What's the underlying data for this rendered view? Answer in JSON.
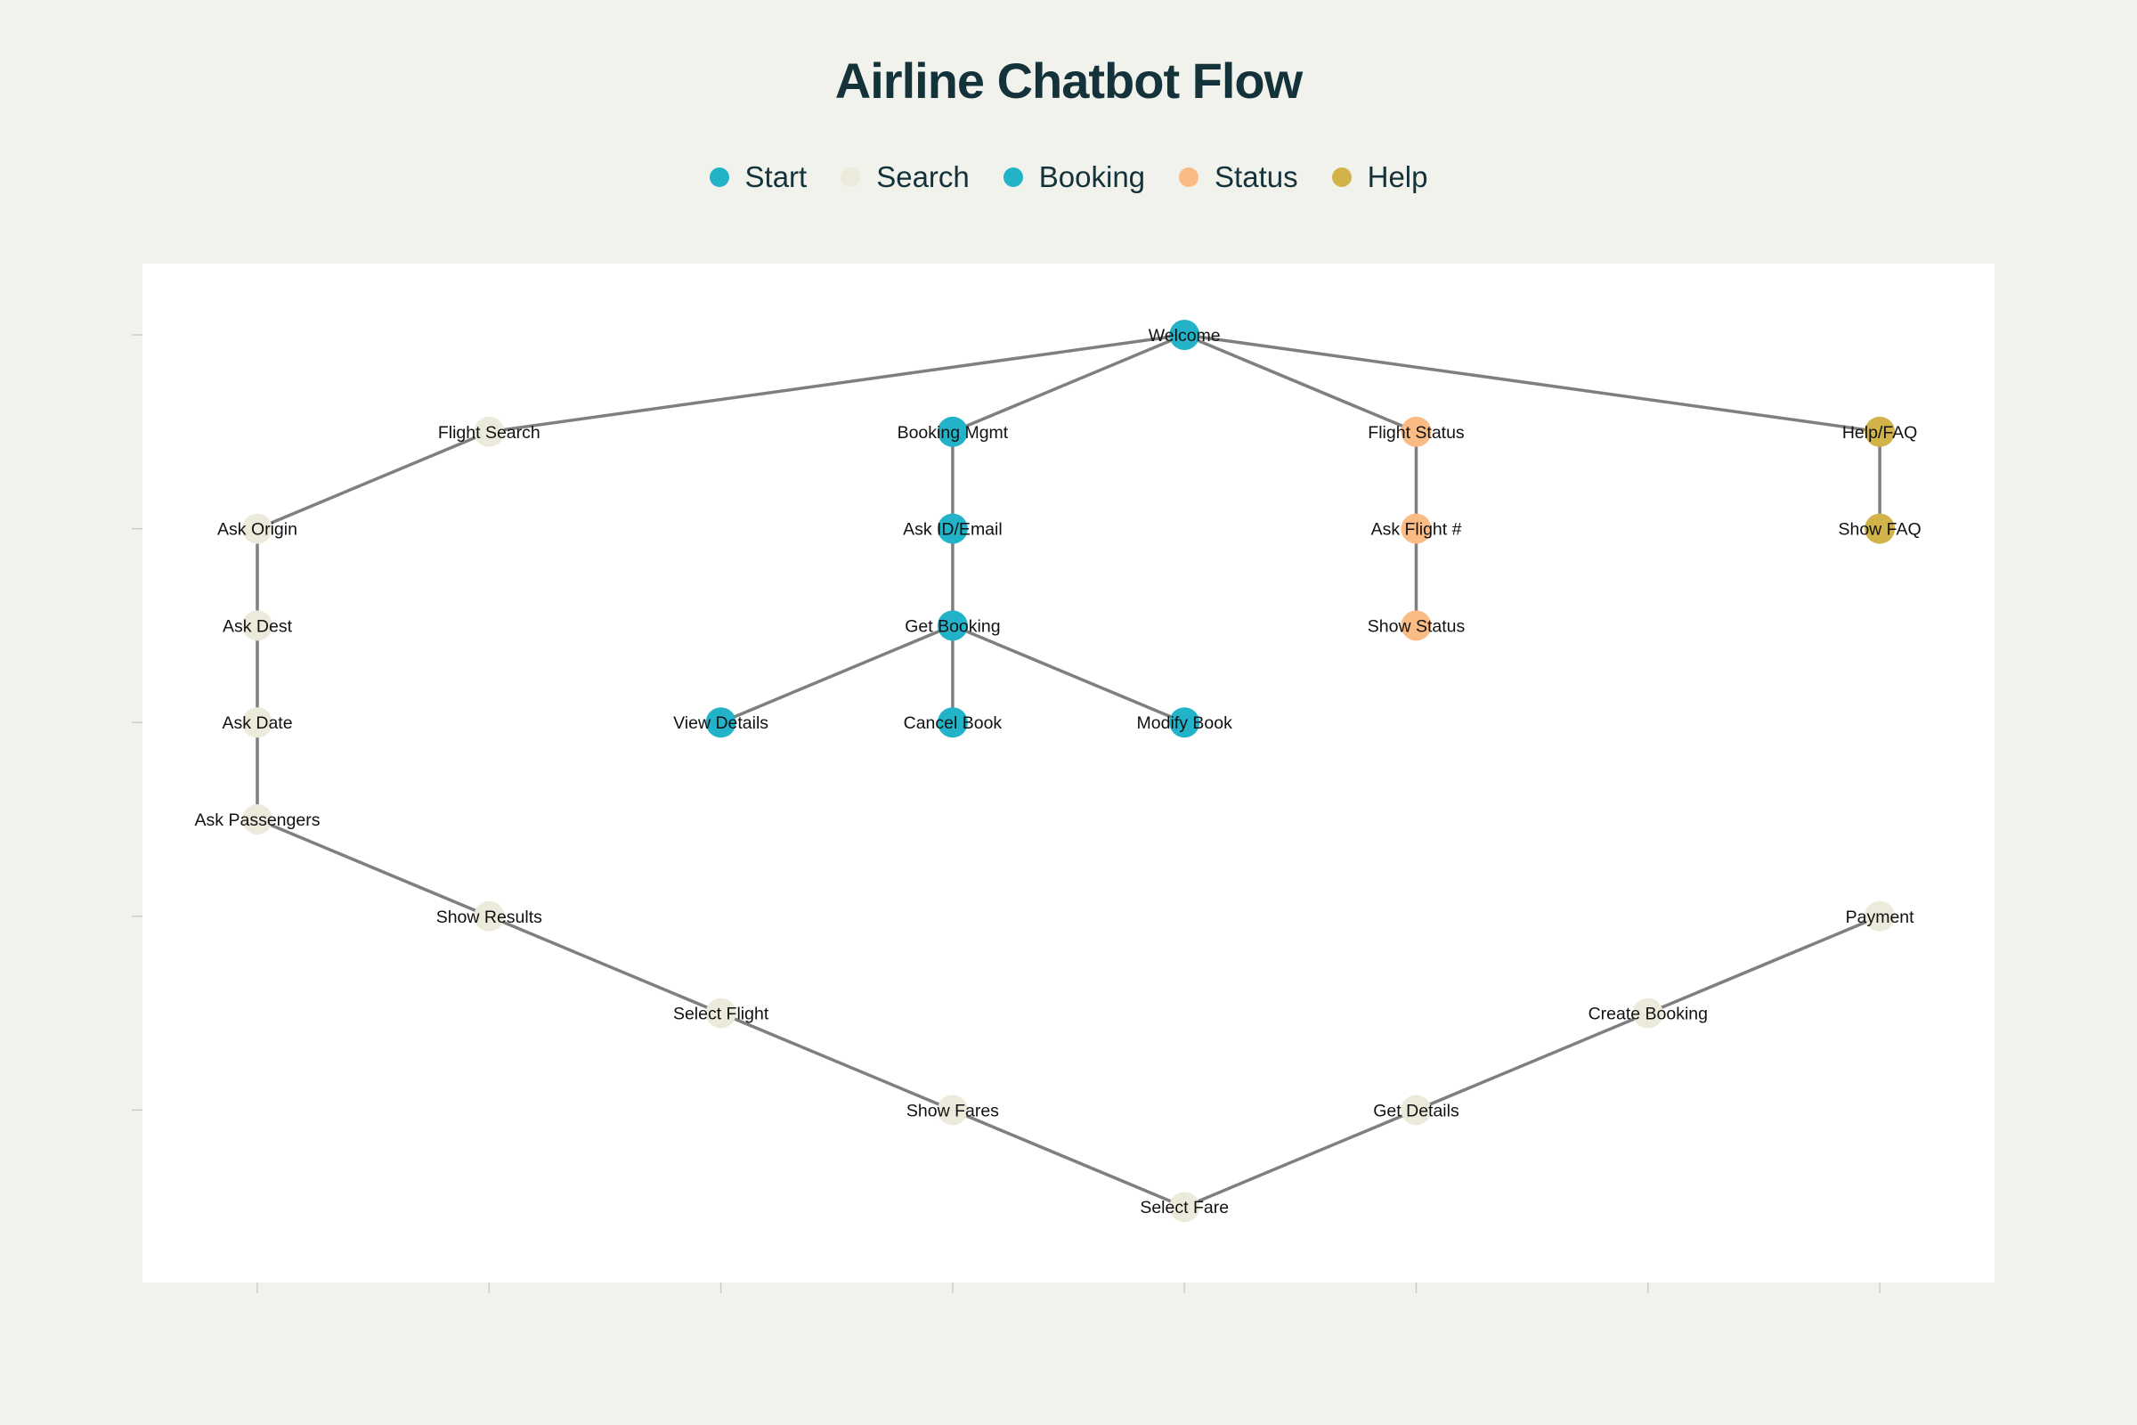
{
  "title": "Airline Chatbot Flow",
  "legend": [
    {
      "label": "Start",
      "color": "#22b3c9"
    },
    {
      "label": "Search",
      "color": "#ebeadb"
    },
    {
      "label": "Booking",
      "color": "#22b3c9"
    },
    {
      "label": "Status",
      "color": "#fbbb84"
    },
    {
      "label": "Help",
      "color": "#d2b349"
    }
  ],
  "colors": {
    "background": "#f2f2ed",
    "plot": "#ffffff",
    "edge": "#7f7f7f",
    "Start": "#22b3c9",
    "Search": "#ebeadb",
    "Booking": "#22b3c9",
    "Status": "#fbbb84",
    "Help": "#d2b349"
  },
  "chart_data": {
    "type": "network",
    "nodes": [
      {
        "id": "Welcome",
        "group": "Start",
        "col": 4,
        "row": 0
      },
      {
        "id": "Flight Search",
        "group": "Search",
        "col": 1,
        "row": 1
      },
      {
        "id": "Booking Mgmt",
        "group": "Booking",
        "col": 3,
        "row": 1
      },
      {
        "id": "Flight Status",
        "group": "Status",
        "col": 5,
        "row": 1
      },
      {
        "id": "Help/FAQ",
        "group": "Help",
        "col": 7,
        "row": 1
      },
      {
        "id": "Ask Origin",
        "group": "Search",
        "col": 0,
        "row": 2
      },
      {
        "id": "Ask ID/Email",
        "group": "Booking",
        "col": 3,
        "row": 2
      },
      {
        "id": "Ask Flight #",
        "group": "Status",
        "col": 5,
        "row": 2
      },
      {
        "id": "Show FAQ",
        "group": "Help",
        "col": 7,
        "row": 2
      },
      {
        "id": "Ask Dest",
        "group": "Search",
        "col": 0,
        "row": 3
      },
      {
        "id": "Get Booking",
        "group": "Booking",
        "col": 3,
        "row": 3
      },
      {
        "id": "Show Status",
        "group": "Status",
        "col": 5,
        "row": 3
      },
      {
        "id": "Ask Date",
        "group": "Search",
        "col": 0,
        "row": 4
      },
      {
        "id": "View Details",
        "group": "Booking",
        "col": 2,
        "row": 4
      },
      {
        "id": "Cancel Book",
        "group": "Booking",
        "col": 3,
        "row": 4
      },
      {
        "id": "Modify Book",
        "group": "Booking",
        "col": 4,
        "row": 4
      },
      {
        "id": "Ask Passengers",
        "group": "Search",
        "col": 0,
        "row": 5
      },
      {
        "id": "Show Results",
        "group": "Search",
        "col": 1,
        "row": 6
      },
      {
        "id": "Payment",
        "group": "Search",
        "col": 7,
        "row": 6
      },
      {
        "id": "Select Flight",
        "group": "Search",
        "col": 2,
        "row": 7
      },
      {
        "id": "Create Booking",
        "group": "Search",
        "col": 6,
        "row": 7
      },
      {
        "id": "Show Fares",
        "group": "Search",
        "col": 3,
        "row": 8
      },
      {
        "id": "Get Details",
        "group": "Search",
        "col": 5,
        "row": 8
      },
      {
        "id": "Select Fare",
        "group": "Search",
        "col": 4,
        "row": 9
      }
    ],
    "edges": [
      [
        "Welcome",
        "Flight Search"
      ],
      [
        "Welcome",
        "Booking Mgmt"
      ],
      [
        "Welcome",
        "Flight Status"
      ],
      [
        "Welcome",
        "Help/FAQ"
      ],
      [
        "Flight Search",
        "Ask Origin"
      ],
      [
        "Ask Origin",
        "Ask Dest"
      ],
      [
        "Ask Dest",
        "Ask Date"
      ],
      [
        "Ask Date",
        "Ask Passengers"
      ],
      [
        "Ask Passengers",
        "Show Results"
      ],
      [
        "Show Results",
        "Select Flight"
      ],
      [
        "Select Flight",
        "Show Fares"
      ],
      [
        "Show Fares",
        "Select Fare"
      ],
      [
        "Select Fare",
        "Get Details"
      ],
      [
        "Get Details",
        "Create Booking"
      ],
      [
        "Create Booking",
        "Payment"
      ],
      [
        "Booking Mgmt",
        "Ask ID/Email"
      ],
      [
        "Ask ID/Email",
        "Get Booking"
      ],
      [
        "Get Booking",
        "View Details"
      ],
      [
        "Get Booking",
        "Cancel Book"
      ],
      [
        "Get Booking",
        "Modify Book"
      ],
      [
        "Flight Status",
        "Ask Flight #"
      ],
      [
        "Ask Flight #",
        "Show Status"
      ],
      [
        "Help/FAQ",
        "Show FAQ"
      ]
    ]
  }
}
